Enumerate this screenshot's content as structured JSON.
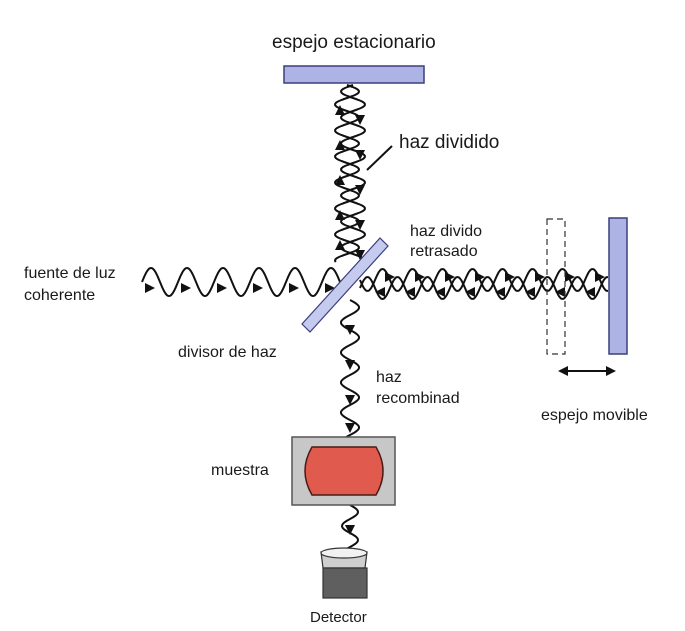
{
  "labels": {
    "stationary_mirror": "espejo estacionario",
    "split_beam": "haz dividido",
    "delayed_beam_line1": "haz divido",
    "delayed_beam_line2": "retrasado",
    "source_line1": "fuente de luz",
    "source_line2": "coherente",
    "beam_splitter": "divisor de haz",
    "recombined_line1": "haz",
    "recombined_line2": "recombinad",
    "movable_mirror": "espejo movible",
    "sample": "muestra",
    "detector": "Detector"
  },
  "colors": {
    "mirror_fill": "#aeb3e6",
    "mirror_stroke": "#3c3f7a",
    "splitter_fill": "#c5cbee",
    "sample_fill": "#e05a4e",
    "sample_box": "#c7c7c7",
    "detector_body": "#5f5f5f",
    "detector_top": "#cfcfcf"
  }
}
